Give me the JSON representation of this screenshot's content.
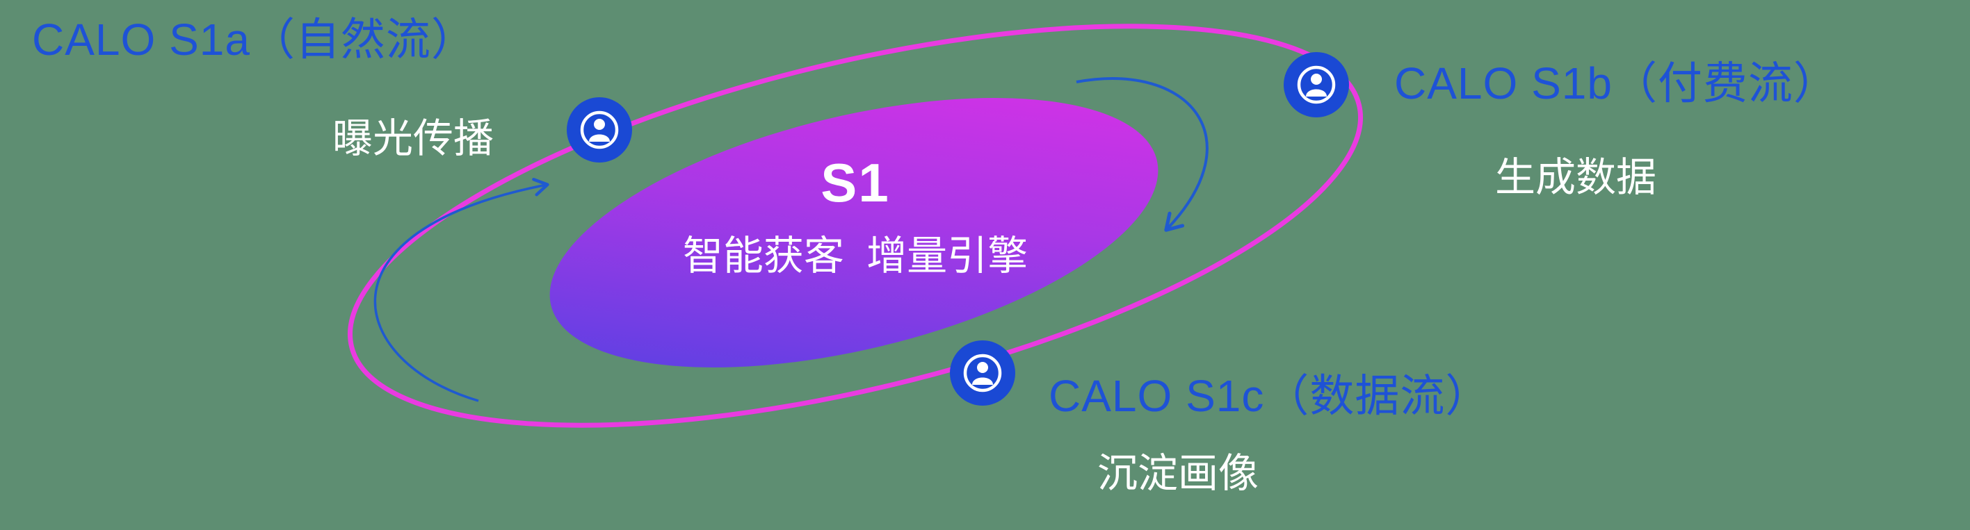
{
  "diagram": {
    "center": {
      "title": "S1",
      "subtitle": "智能获客  增量引擎"
    },
    "nodes": [
      {
        "id": "s1a",
        "label": "CALO S1a（自然流）",
        "sublabel": "曝光传播"
      },
      {
        "id": "s1b",
        "label": "CALO S1b（付费流）",
        "sublabel": "生成数据"
      },
      {
        "id": "s1c",
        "label": "CALO S1c（数据流）",
        "sublabel": "沉淀画像"
      }
    ],
    "icons": [
      {
        "name": "user-icon",
        "meaning": "user / audience node on orbit"
      }
    ],
    "colors": {
      "background": "#5e8e72",
      "label_blue": "#1e52d6",
      "orbit_pink": "#ea3be1",
      "node_blue": "#1a49d4",
      "core_gradient_start": "#4b42e2",
      "core_gradient_end": "#df30e6",
      "arrow_blue": "#1f5ad0",
      "text_white": "#ffffff"
    }
  }
}
